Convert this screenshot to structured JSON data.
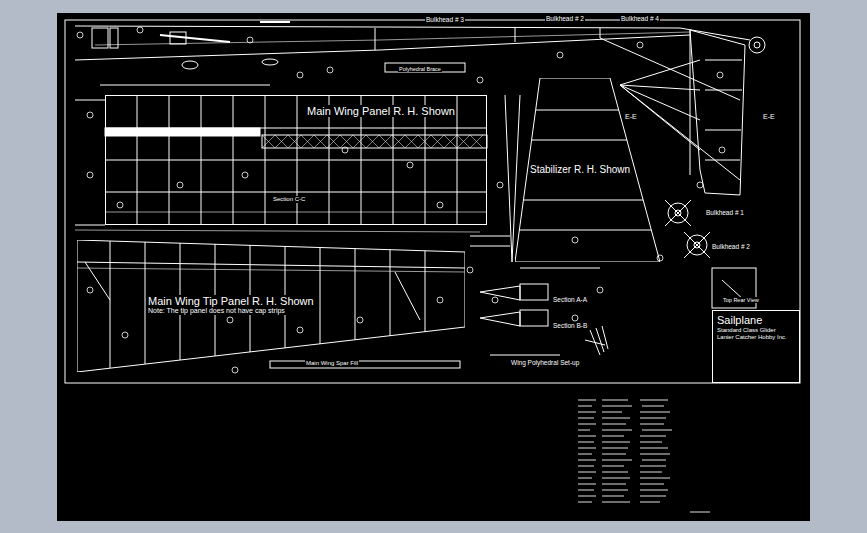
{
  "diagram": {
    "nodes": [
      {
        "text": [
          "Main Wing Panel R. H. Shown"
        ]
      },
      {
        "text": [
          "Main Wing Tip Panel R. H. Shown",
          "Note: The tip panel does not have cap strips"
        ]
      },
      {
        "text": [
          "Stabilizer R. H. Shown"
        ]
      },
      {
        "text": [
          "Sailplane",
          "Standard Class Glider",
          "Lanier Catcher Hobby Inc."
        ]
      }
    ],
    "edges": [],
    "labels": [
      "Bulkhead # 3",
      "Bulkhead # 2",
      "Bulkhead # 4",
      "E-E",
      "E-E",
      "Bulkhead # 1",
      "Bulkhead # 2",
      "Section A-A",
      "Section B-B",
      "Section C-C",
      "Wing Polyhedral Set-up",
      "Main Wing Spar Fill",
      "Polyhedral Brace",
      "Top Rear View"
    ]
  }
}
